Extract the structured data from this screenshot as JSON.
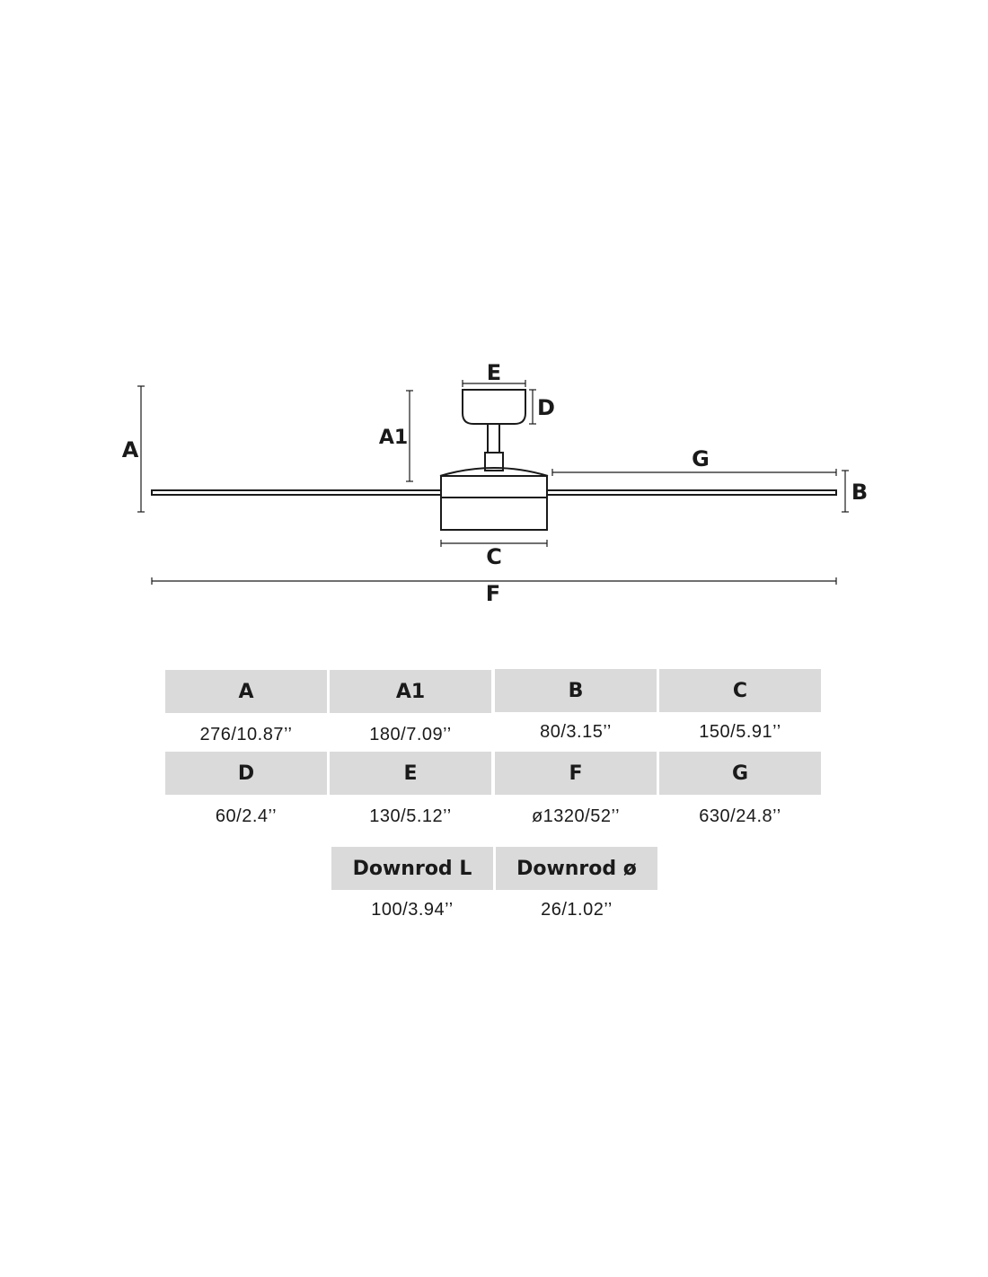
{
  "diagram": {
    "labels": {
      "A": "A",
      "A1": "A1",
      "B": "B",
      "C": "C",
      "D": "D",
      "E": "E",
      "F": "F",
      "G": "G"
    }
  },
  "table": {
    "rows": [
      {
        "headers": [
          "A",
          "A1",
          "B",
          "C"
        ],
        "values": [
          "276/10.87’’",
          "180/7.09’’",
          "80/3.15’’",
          "150/5.91’’"
        ]
      },
      {
        "headers": [
          "D",
          "E",
          "F",
          "G"
        ],
        "values": [
          "60/2.4’’",
          "130/5.12’’",
          "ø1320/52’’",
          "630/24.8’’"
        ]
      },
      {
        "headers": [
          "Downrod L",
          "Downrod ø"
        ],
        "values": [
          "100/3.94’’",
          "26/1.02’’"
        ]
      }
    ]
  }
}
